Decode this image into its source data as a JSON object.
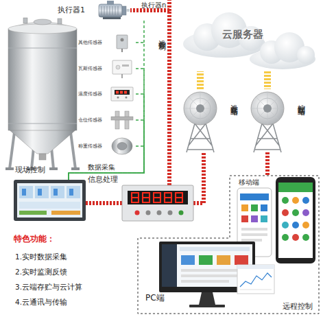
{
  "diagram": {
    "nodes": [
      {
        "text": [
          "执行器1"
        ]
      },
      {
        "text": [
          "其他传感器"
        ]
      },
      {
        "text": [
          "瓦斯传感器"
        ]
      },
      {
        "text": [
          "温度传感器"
        ]
      },
      {
        "text": [
          "仓位传感器"
        ]
      },
      {
        "text": [
          "称重传感器"
        ]
      },
      {
        "text": [
          "云服务器"
        ]
      },
      {
        "text": [
          "设备端基站"
        ]
      },
      {
        "text": [
          "控制端基站"
        ]
      },
      {
        "text": [
          "现场控制"
        ]
      },
      {
        "text": [
          "信息处理"
        ]
      },
      {
        "text": [
          "远程控制"
        ]
      },
      {
        "text": [
          "移动端"
        ],
        "in": 11
      },
      {
        "text": [
          "PC端"
        ],
        "in": 11
      }
    ],
    "edges": [
      {
        "from": 10,
        "to": 0,
        "arrow": "none",
        "label": "设备控制"
      },
      {
        "from": 1,
        "to": 9,
        "arrow": "none"
      },
      {
        "from": 2,
        "to": 9,
        "arrow": "none"
      },
      {
        "from": 3,
        "to": 9,
        "arrow": "none"
      },
      {
        "from": 4,
        "to": 9,
        "arrow": "none"
      },
      {
        "from": 5,
        "to": 9,
        "arrow": "none",
        "label": "数据采集"
      },
      {
        "from": 10,
        "to": 7,
        "arrow": "none"
      },
      {
        "from": 7,
        "to": 6,
        "arrow": "none"
      },
      {
        "from": 6,
        "to": 8,
        "arrow": "none"
      },
      {
        "from": 8,
        "to": 11,
        "arrow": "none"
      },
      {
        "from": 9,
        "to": 10,
        "arrow": "none"
      }
    ],
    "labels": [
      "执行器n",
      "特色功能：",
      "1.实时数据采集",
      "2.实时监测反馈",
      "3.云端存贮与云计算",
      "4.云通讯与传输"
    ]
  }
}
